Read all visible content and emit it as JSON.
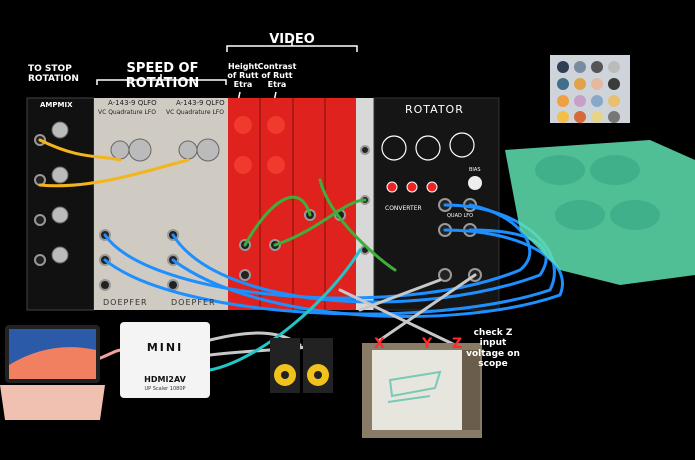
{
  "annotations": {
    "stop_rotation": "TO STOP ROTATION",
    "speed_of_rotation": "SPEED OF ROTATION",
    "video": "VIDEO",
    "height_rutt_etra": "Height of Rutt Etra",
    "contrast_rutt_etra": "Contrast of Rutt Etra",
    "check_z": "check Z input voltage on scope",
    "x": "X",
    "y": "Y",
    "z": "Z"
  },
  "modules": {
    "ampmix": "AMPMIX",
    "qlfo1_title": "A-143-9 QLFO",
    "qlfo1_sub": "VC Quadrature LFO",
    "qlfo2_title": "A-143-9 QLFO",
    "qlfo2_sub": "VC Quadrature LFO",
    "doepfer1": "DOEPFER",
    "doepfer2": "DOEPFER",
    "rotator": "ROTATOR",
    "converter": "CONVERTER",
    "quad_lfo": "QUAD LFO",
    "bias": "BIAS"
  },
  "converter_box": {
    "brand": "MINI",
    "model": "HDMI2AV",
    "sub": "UP Scaler 1080P"
  },
  "colors": {
    "background": "#000000",
    "cable_blue": "#1e8fff",
    "cable_yellow": "#f2b51c",
    "cable_green": "#3fae3a",
    "cable_grey": "#c8c8c8",
    "cable_cyan": "#22c6c9",
    "cable_pink": "#f4a0a0",
    "red_module": "#e0221e",
    "glow_green": "#5fe0b0",
    "label_red": "#ff2a2a"
  }
}
